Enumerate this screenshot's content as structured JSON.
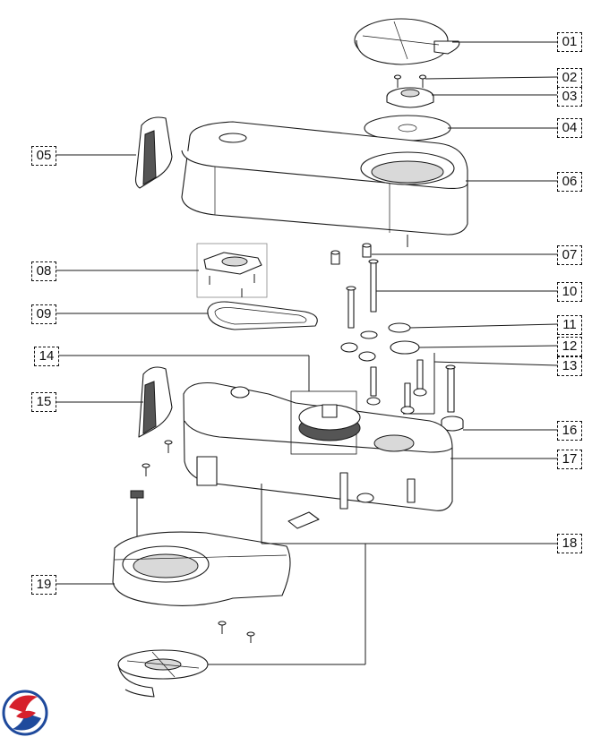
{
  "labels": [
    {
      "id": "01",
      "text": "01"
    },
    {
      "id": "02",
      "text": "02"
    },
    {
      "id": "03",
      "text": "03"
    },
    {
      "id": "04",
      "text": "04"
    },
    {
      "id": "05",
      "text": "05"
    },
    {
      "id": "06",
      "text": "06"
    },
    {
      "id": "07",
      "text": "07"
    },
    {
      "id": "08",
      "text": "08"
    },
    {
      "id": "09",
      "text": "09"
    },
    {
      "id": "10",
      "text": "10"
    },
    {
      "id": "11",
      "text": "11"
    },
    {
      "id": "12",
      "text": "12"
    },
    {
      "id": "13",
      "text": "13"
    },
    {
      "id": "14",
      "text": "14"
    },
    {
      "id": "15",
      "text": "15"
    },
    {
      "id": "16",
      "text": "16"
    },
    {
      "id": "17",
      "text": "17"
    },
    {
      "id": "18",
      "text": "18"
    },
    {
      "id": "19",
      "text": "19"
    }
  ],
  "logo": {
    "icon": "brand-logo-icon",
    "colors": [
      "#d6202b",
      "#1f4a9c"
    ]
  }
}
